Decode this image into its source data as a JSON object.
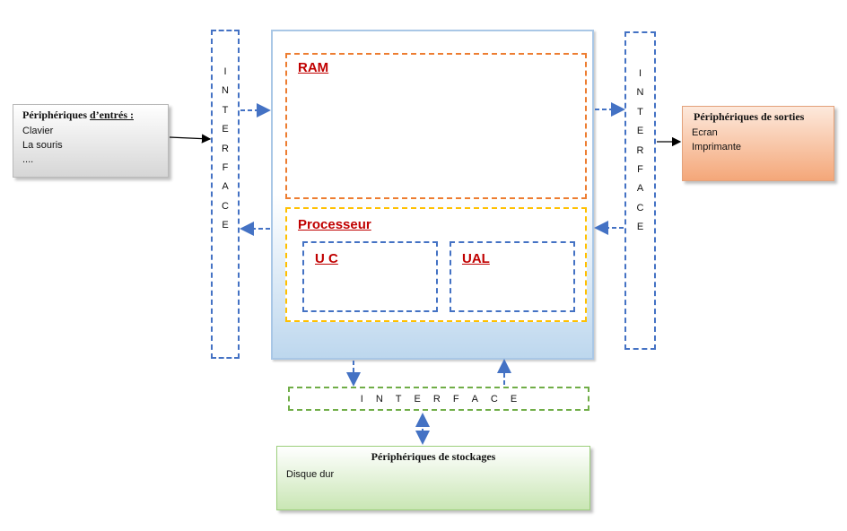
{
  "input_peripherals": {
    "title_prefix": "Périphériques ",
    "title_underlined": "d’entrés :",
    "items": [
      "Clavier",
      "La souris",
      "...."
    ]
  },
  "output_peripherals": {
    "title": "Périphériques de  sorties",
    "items": [
      "Ecran",
      "Imprimante"
    ]
  },
  "storage_peripherals": {
    "title": "Périphériques de stockages",
    "items": [
      "Disque dur"
    ]
  },
  "central_unit": {
    "ram_label": "RAM",
    "processor_label": "Processeur",
    "uc_label": "U C",
    "ual_label": "UAL"
  },
  "interface_letters": [
    "I",
    "N",
    "T",
    "E",
    "R",
    "F",
    "A",
    "C",
    "E"
  ],
  "colors": {
    "label_red": "#c00000",
    "interface_blue": "#4472c4",
    "ram_orange": "#ed7d31",
    "processor_yellow": "#ffc000",
    "interface_green": "#70ad47"
  }
}
